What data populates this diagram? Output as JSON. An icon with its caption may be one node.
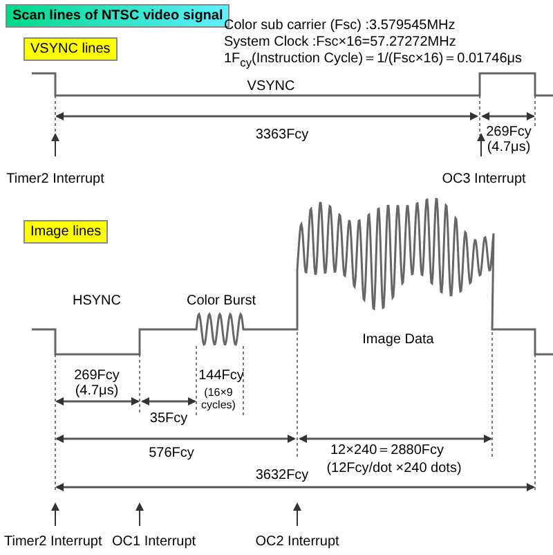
{
  "diagram": {
    "title": "Scan lines of NTSC video signal",
    "nodes": [
      {
        "text": [
          "VSYNC lines"
        ]
      },
      {
        "text": [
          "Image lines"
        ]
      }
    ],
    "labels": [
      "Color sub carrier (Fsc) :3.579545MHz",
      "System Clock :Fsc×16=57.27272MHz",
      "1F$_{cy}$(Instruction Cycle)＝1/(Fsc×16)＝0.01746μs",
      "VSYNC",
      "3363Fcy",
      "269Fcy (4.7μs)",
      "Timer2 Interrupt",
      "OC3 Interrupt",
      "HSYNC",
      "Color Burst",
      "Image Data",
      "269Fcy (4.7μs)",
      "144Fcy",
      "(16×9 cycles)",
      "35Fcy",
      "576Fcy",
      "12×240＝2880Fcy",
      "(12Fcy/dot ×240 dots)",
      "3632Fcy",
      "Timer2 Interrupt",
      "OC1 Interrupt",
      "OC2 Interrupt"
    ]
  }
}
